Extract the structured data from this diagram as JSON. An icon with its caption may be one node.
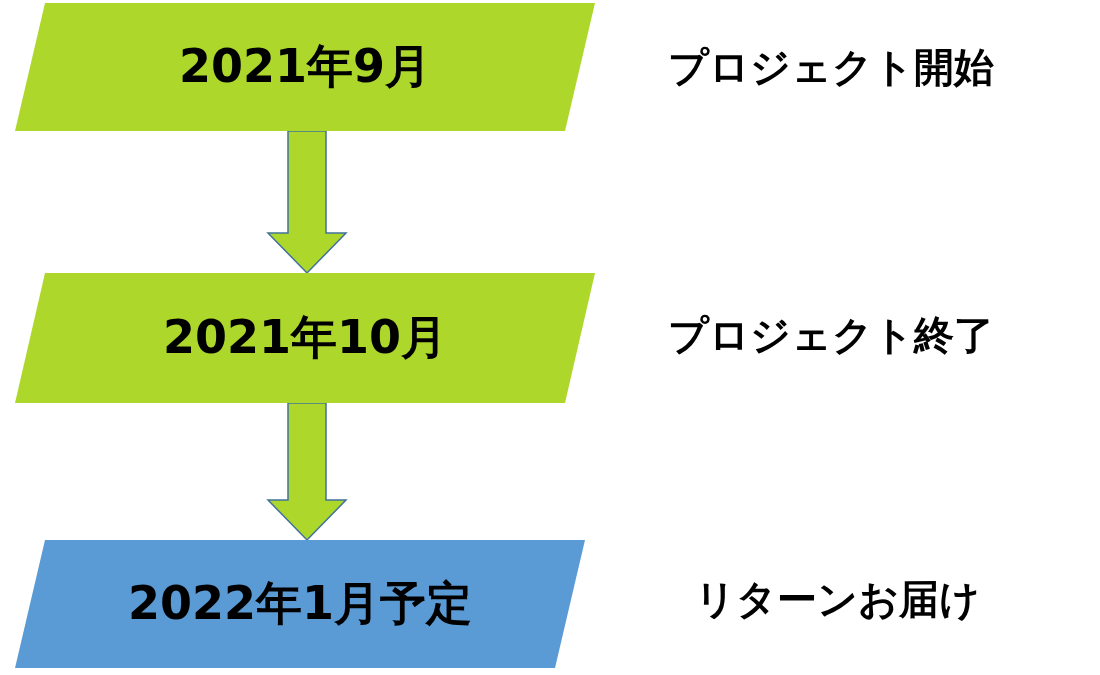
{
  "diagram": {
    "nodes": [
      {
        "text": [
          "2021年9月"
        ],
        "beside": [
          "プロジェクト開始"
        ]
      },
      {
        "text": [
          "2021年10月"
        ],
        "beside": [
          "プロジェクト終了"
        ]
      },
      {
        "text": [
          "2022年1月予定"
        ],
        "beside": [
          "リターンお届け"
        ]
      }
    ],
    "edges": [
      {
        "from": 0,
        "to": 1,
        "arrow": "to"
      },
      {
        "from": 1,
        "to": 2,
        "arrow": "to"
      }
    ]
  }
}
